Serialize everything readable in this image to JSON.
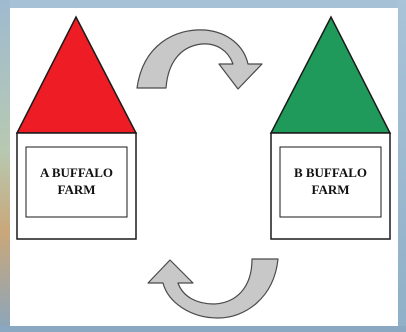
{
  "farms": [
    {
      "label_line1": "A BUFFALO",
      "label_line2": "FARM",
      "roof_color": "#ee1c24"
    },
    {
      "label_line1": "B BUFFALO",
      "label_line2": "FARM",
      "roof_color": "#1f9a5a"
    }
  ],
  "colors": {
    "arrow_fill": "#c8c8c8",
    "arrow_stroke": "#4a4a4a",
    "outline": "#1a1a1a",
    "panel": "#ffffff"
  },
  "icons": {
    "top_arrow": "curved-arrow-right-icon",
    "bottom_arrow": "curved-arrow-left-icon"
  }
}
